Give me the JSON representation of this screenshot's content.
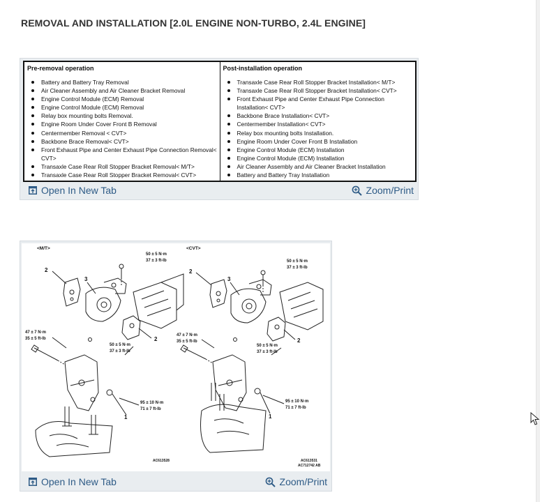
{
  "page": {
    "title": "REMOVAL AND INSTALLATION [2.0L ENGINE NON-TURBO, 2.4L ENGINE]"
  },
  "table_card": {
    "pre_removal": {
      "header": "Pre-removal operation",
      "items": [
        "Battery and Battery Tray Removal",
        "Air Cleaner Assembly and Air Cleaner Bracket Removal",
        "Engine Control Module (ECM) Removal",
        "Engine Control Module (ECM) Removal",
        "Relay box mounting bolts Removal.",
        "Engine Room Under Cover Front B Removal",
        "Centermember Removal < CVT>",
        "Backbone Brace Removal< CVT>",
        "Front Exhaust Pipe and Center Exhaust Pipe Connection Removal< CVT>",
        "Transaxle Case Rear Roll Stopper Bracket Removal< M/T>",
        "Transaxle Case Rear Roll Stopper Bracket Removal< CVT>"
      ]
    },
    "post_installation": {
      "header": "Post-installation operation",
      "items": [
        "Transaxle Case Rear Roll Stopper Bracket Installation< M/T>",
        "Transaxle Case Rear Roll Stopper Bracket Installation< CVT>",
        "Front Exhaust Pipe and Center Exhaust Pipe Connection Installation< CVT>",
        "Backbone Brace Installation< CVT>",
        "Centermember Installation< CVT>",
        "Relay box mounting bolts Installation.",
        "Engine Room Under Cover Front B Installation",
        "Engine Control Module (ECM) Installation",
        "Engine Control Module (ECM) Installation",
        "Air Cleaner Assembly and Air Cleaner Bracket Installation",
        "Battery and Battery Tray Installation"
      ]
    },
    "open_label": "Open In New Tab",
    "zoom_label": "Zoom/Print"
  },
  "diagram_card": {
    "left": {
      "variant": "<M/T>",
      "torque_top": [
        "50 ± 5 N·m",
        "37 ± 3 ft-lb"
      ],
      "torque_left": [
        "47 ± 7 N·m",
        "35 ± 5 ft-lb"
      ],
      "torque_mid": [
        "50 ± 5 N·m",
        "37 ± 3 ft-lb"
      ],
      "torque_bottom": [
        "95 ± 10 N·m",
        "71 ± 7 ft-lb"
      ],
      "callouts": [
        "1",
        "2",
        "2",
        "3"
      ],
      "code": "AC613528"
    },
    "right": {
      "variant": "<CVT>",
      "torque_top": [
        "50 ± 5 N·m",
        "37 ± 3 ft-lb"
      ],
      "torque_left": [
        "47 ± 7 N·m",
        "35 ± 5 ft-lb"
      ],
      "torque_mid": [
        "50 ± 5 N·m",
        "37 ± 3 ft-lb"
      ],
      "torque_bottom": [
        "95 ± 10 N·m",
        "71 ± 7 ft-lb"
      ],
      "callouts": [
        "1",
        "2",
        "2",
        "3"
      ],
      "code": [
        "AC613531",
        "AC712742 AB"
      ]
    },
    "open_label": "Open In New Tab",
    "zoom_label": "Zoom/Print"
  },
  "colors": {
    "link": "#2e5b86",
    "card_bg": "#e9edf0"
  },
  "icons": {
    "open": "open-in-new-tab-icon",
    "zoom": "zoom-in-icon",
    "cursor": "mouse-pointer-icon"
  }
}
